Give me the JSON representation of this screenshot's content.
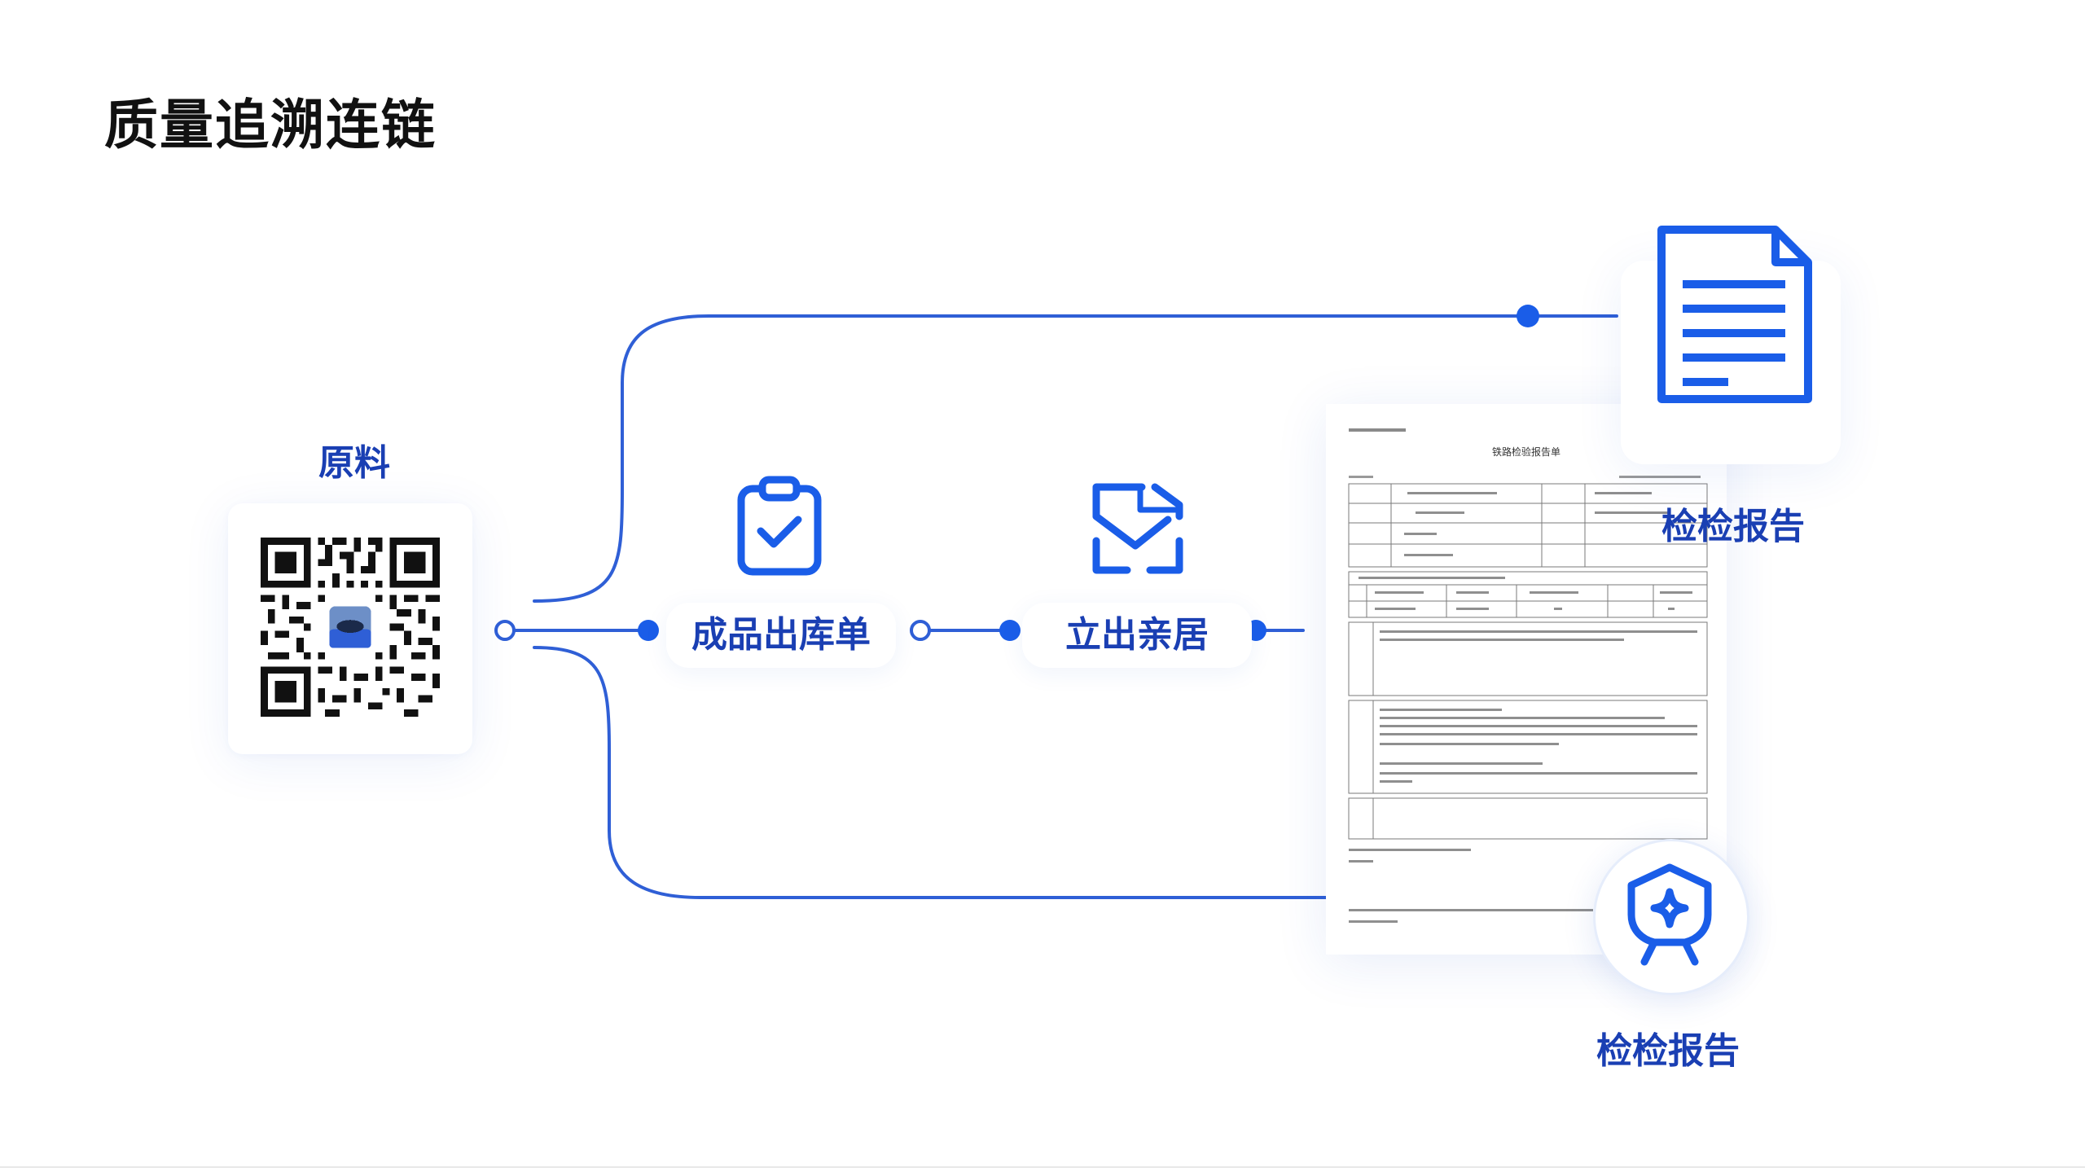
{
  "title": "质量追溯连链",
  "colors": {
    "accent": "#1a5de8",
    "label": "#1a3fb3",
    "line": "#2f5fd6"
  },
  "source": {
    "label": "原料",
    "icon": "qr-code-icon"
  },
  "steps": [
    {
      "label": "成品出库单",
      "icon": "clipboard-check-icon"
    },
    {
      "label": "立出亲居",
      "icon": "file-mail-icon"
    }
  ],
  "outputs": [
    {
      "label": "检检报告",
      "icon": "document-icon"
    },
    {
      "label": "检检报告",
      "icon": "certificate-badge-icon"
    }
  ],
  "report_document": {
    "title": "铁路检验报告单"
  }
}
